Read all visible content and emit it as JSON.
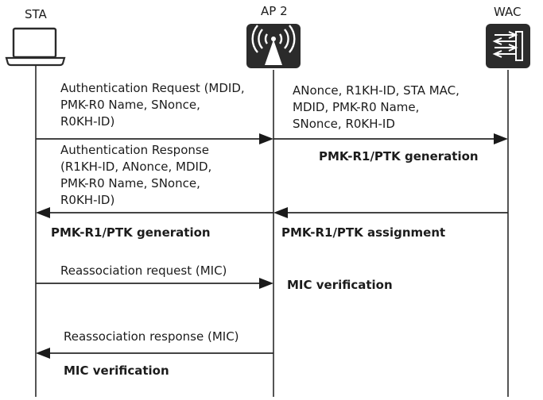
{
  "entities": {
    "sta": {
      "label": "STA",
      "icon": "laptop-icon"
    },
    "ap": {
      "label": "AP 2",
      "icon": "wireless-ap-icon"
    },
    "wac": {
      "label": "WAC",
      "icon": "wireless-controller-icon"
    }
  },
  "messages": {
    "auth_request": [
      "Authentication Request (MDID,",
      "PMK-R0 Name, SNonce,",
      "R0KH-ID)"
    ],
    "ap_to_wac": [
      "ANonce, R1KH-ID, STA MAC,",
      "MDID, PMK-R0 Name,",
      "SNonce, R0KH-ID"
    ],
    "auth_response": [
      "Authentication Response",
      "(R1KH-ID, ANonce,  MDID,",
      "PMK-R0 Name, SNonce,",
      "R0KH-ID)"
    ],
    "reassoc_request": "Reassociation request (MIC)",
    "reassoc_response": "Reassociation response (MIC)"
  },
  "steps": {
    "wac_generation": "PMK-R1/PTK generation",
    "sta_generation": "PMK-R1/PTK generation",
    "assignment": "PMK-R1/PTK assignment",
    "ap_mic_verification": "MIC verification",
    "sta_mic_verification": "MIC verification"
  },
  "colors": {
    "line": "#2a2a2a",
    "icon_bg": "#2b2b2b",
    "icon_fg": "#ffffff"
  }
}
